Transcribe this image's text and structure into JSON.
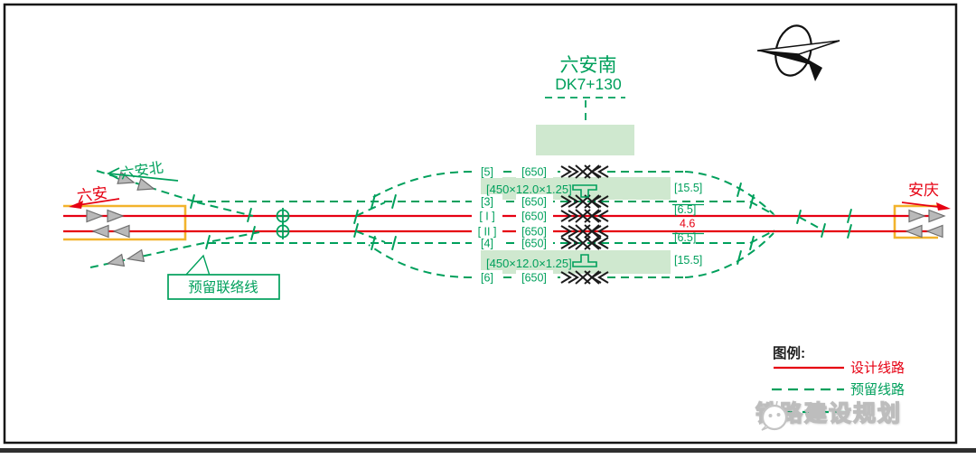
{
  "station": {
    "name": "六安南",
    "milepost": "DK7+130"
  },
  "directions": {
    "left_main": "六安",
    "left_branch": "六安北",
    "right_main": "安庆"
  },
  "callout": {
    "label": "预留联络线"
  },
  "track_rows": [
    {
      "id": "[5]",
      "len": "[650]"
    },
    {
      "id": "[3]",
      "len": "[650]"
    },
    {
      "id": "[ I ]",
      "len": "[650]"
    },
    {
      "id": "[ II ]",
      "len": "[650]"
    },
    {
      "id": "[4]",
      "len": "[650]"
    },
    {
      "id": "[6]",
      "len": "[650]"
    }
  ],
  "platforms": {
    "upper": {
      "size": "[450×12.0×1.25]",
      "right_label": "[15.5]"
    },
    "lower": {
      "size": "[450×12.0×1.25]",
      "right_label": "[15.5]"
    }
  },
  "clearances": {
    "upper": "[6.5]",
    "track_spacing": "4.6",
    "lower": "[6.5]"
  },
  "legend": {
    "title": "图例:",
    "items": [
      {
        "label": "设计线路",
        "line": "solid-red"
      },
      {
        "label": "预留线路",
        "line": "dashed-green"
      },
      {
        "label": "",
        "line": "dashed-green"
      }
    ]
  },
  "watermark": {
    "text": "铁路建设规划"
  },
  "colors": {
    "design_line": "#e60012",
    "reserved_line": "#00a05c",
    "bracket_yellow": "#f2b32c",
    "platform_fill": "#cfe8cf",
    "arrow_gray": "#b9b9b9"
  }
}
